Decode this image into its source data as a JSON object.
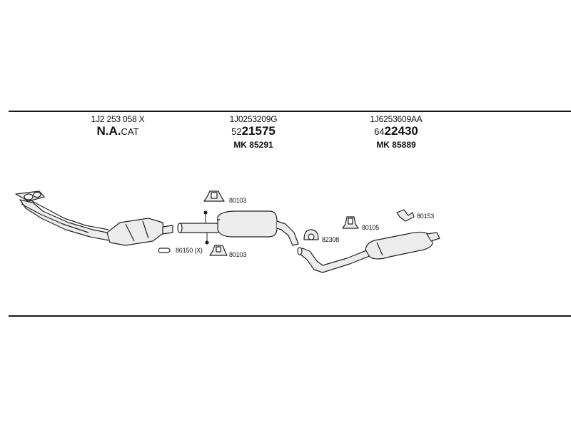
{
  "headers": {
    "cat": {
      "part_no": "1J2 253 058 X",
      "code": "N.A.",
      "code_suffix": "CAT"
    },
    "mid": {
      "part_no": "1J0253209G",
      "prefix": "52",
      "code": "21575",
      "mk": "MK  85291"
    },
    "rear": {
      "part_no": "1J6253609AA",
      "prefix": "64",
      "code": "22430",
      "mk": "MK  85889"
    }
  },
  "callouts": {
    "clamp_top": "80103",
    "clamp_low": "80103",
    "gasket": "86150 (X)",
    "ring": "82308",
    "hanger_rear": "80105",
    "tailpipe_hanger": "80153"
  },
  "colors": {
    "line": "#1a1a1a",
    "part_fill": "#ececec",
    "part_stroke": "#222222"
  }
}
